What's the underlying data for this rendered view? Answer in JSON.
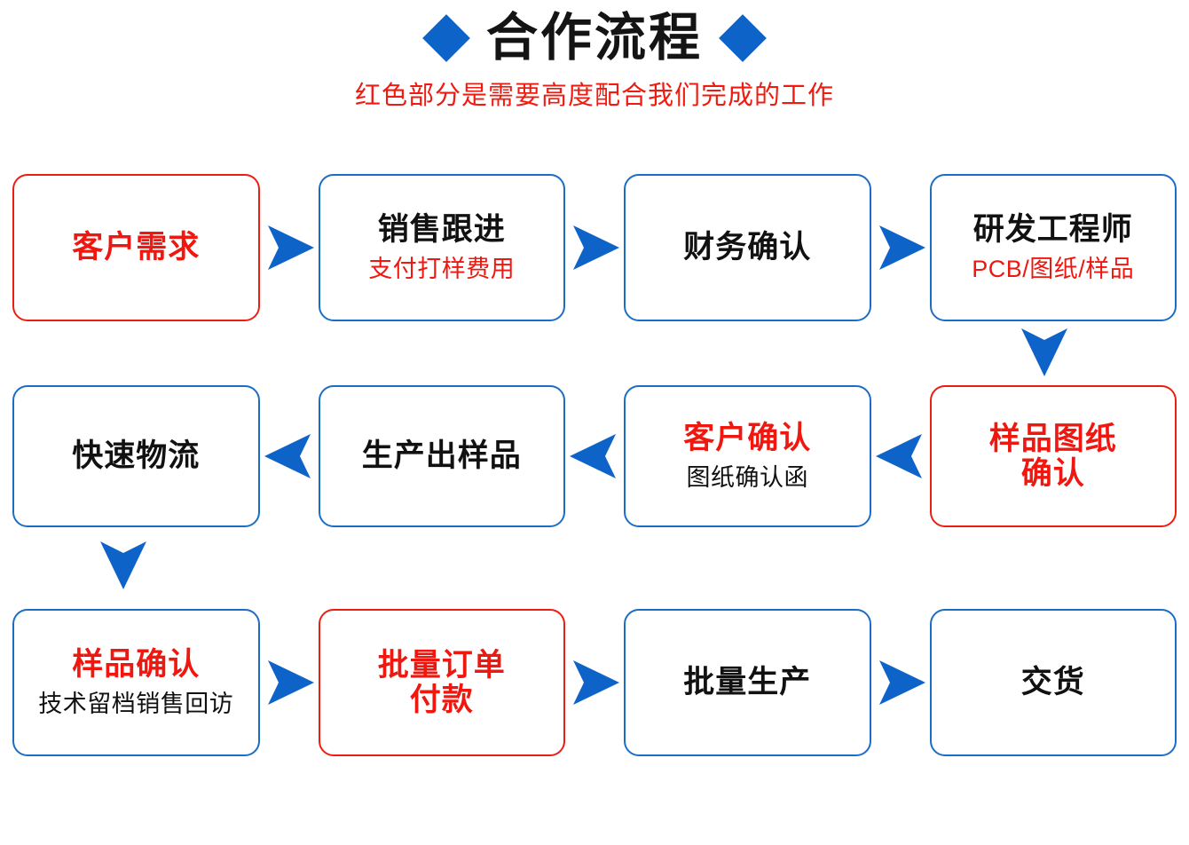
{
  "header": {
    "title": "合作流程",
    "subtitle": "红色部分是需要高度配合我们完成的工作",
    "left_diamond": "diamond-icon",
    "right_diamond": "diamond-icon"
  },
  "colors": {
    "blue": "#0d63c8",
    "blue_border": "#1c6ec4",
    "red": "#ee1810",
    "red_border": "#ee1d12",
    "black": "#111111",
    "background": "#ffffff"
  },
  "flow": {
    "rows": [
      {
        "direction": "right",
        "nodes": [
          {
            "main": "客户需求",
            "main_color": "red",
            "border": "red",
            "sub": "",
            "sub_color": "black"
          },
          {
            "main": "销售跟进",
            "main_color": "black",
            "border": "blue",
            "sub": "支付打样费用",
            "sub_color": "red"
          },
          {
            "main": "财务确认",
            "main_color": "black",
            "border": "blue",
            "sub": "",
            "sub_color": "black"
          },
          {
            "main": "研发工程师",
            "main_color": "black",
            "border": "blue",
            "sub": "PCB/图纸/样品",
            "sub_color": "red"
          }
        ]
      },
      {
        "direction": "left",
        "nodes": [
          {
            "main": "快速物流",
            "main_color": "black",
            "border": "blue",
            "sub": "",
            "sub_color": "black"
          },
          {
            "main": "生产出样品",
            "main_color": "black",
            "border": "blue",
            "sub": "",
            "sub_color": "black"
          },
          {
            "main": "客户确认",
            "main_color": "red",
            "border": "blue",
            "sub": "图纸确认函",
            "sub_color": "black"
          },
          {
            "main": "样品图纸\n确认",
            "main_color": "red",
            "border": "red",
            "sub": "",
            "sub_color": "black"
          }
        ]
      },
      {
        "direction": "right",
        "nodes": [
          {
            "main": "样品确认",
            "main_color": "red",
            "border": "blue",
            "sub": "技术留档销售回访",
            "sub_color": "black"
          },
          {
            "main": "批量订单\n付款",
            "main_color": "red",
            "border": "red",
            "sub": "",
            "sub_color": "black"
          },
          {
            "main": "批量生产",
            "main_color": "black",
            "border": "blue",
            "sub": "",
            "sub_color": "black"
          },
          {
            "main": "交货",
            "main_color": "black",
            "border": "blue",
            "sub": "",
            "sub_color": "black"
          }
        ]
      }
    ],
    "connectors": [
      {
        "name": "row1-to-row2-down-arrow",
        "icon": "arrow-down-icon"
      },
      {
        "name": "row2-to-row3-down-arrow",
        "icon": "arrow-down-icon"
      }
    ],
    "arrow_icons": {
      "right": "arrow-right-icon",
      "left": "arrow-left-icon",
      "down": "arrow-down-icon"
    }
  }
}
